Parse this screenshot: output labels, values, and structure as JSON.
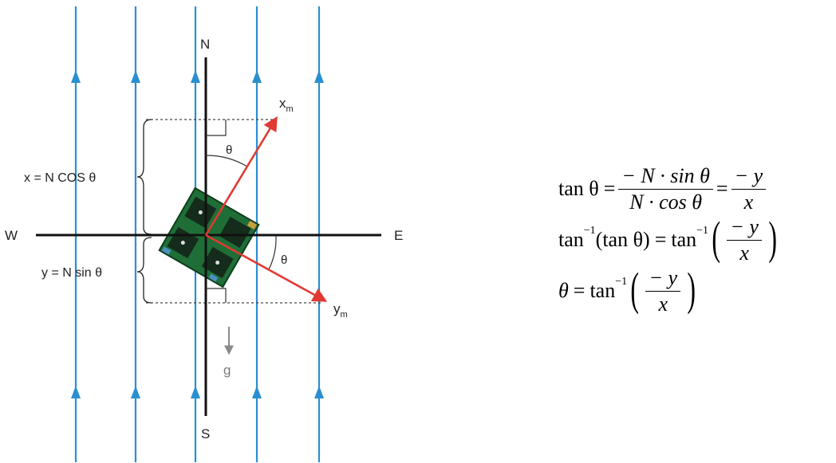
{
  "diagram": {
    "compass": {
      "north": "N",
      "south": "S",
      "east": "E",
      "west": "W"
    },
    "vectors": {
      "x_axis_label": "x",
      "x_axis_sub": "m",
      "y_axis_label": "y",
      "y_axis_sub": "m"
    },
    "angle_symbol": "θ",
    "gravity_label": "g",
    "component_labels": {
      "x_component": "x = N COS θ",
      "y_component": "y = N sin θ"
    },
    "colors": {
      "field_lines": "#2a8fd0",
      "vectors": "#e03a33",
      "axes": "#111111",
      "board": "#1f6e37"
    }
  },
  "equations": {
    "eq1": {
      "lhs": "tan θ",
      "eq": "=",
      "frac1_num": "− N · sin θ",
      "frac1_den": "N · cos θ",
      "frac2_num": "− y",
      "frac2_den": "x"
    },
    "eq2": {
      "lhs_fn": "tan",
      "lhs_sup": "−1",
      "lhs_arg": "(tan θ)",
      "eq": "=",
      "rhs_fn": "tan",
      "rhs_sup": "−1",
      "frac_num": "− y",
      "frac_den": "x",
      "open_paren": "(",
      "close_paren": ")"
    },
    "eq3": {
      "lhs": "θ",
      "eq": "=",
      "rhs_fn": "tan",
      "rhs_sup": "−1",
      "frac_num": "− y",
      "frac_den": "x",
      "open_paren": "(",
      "close_paren": ")"
    }
  }
}
